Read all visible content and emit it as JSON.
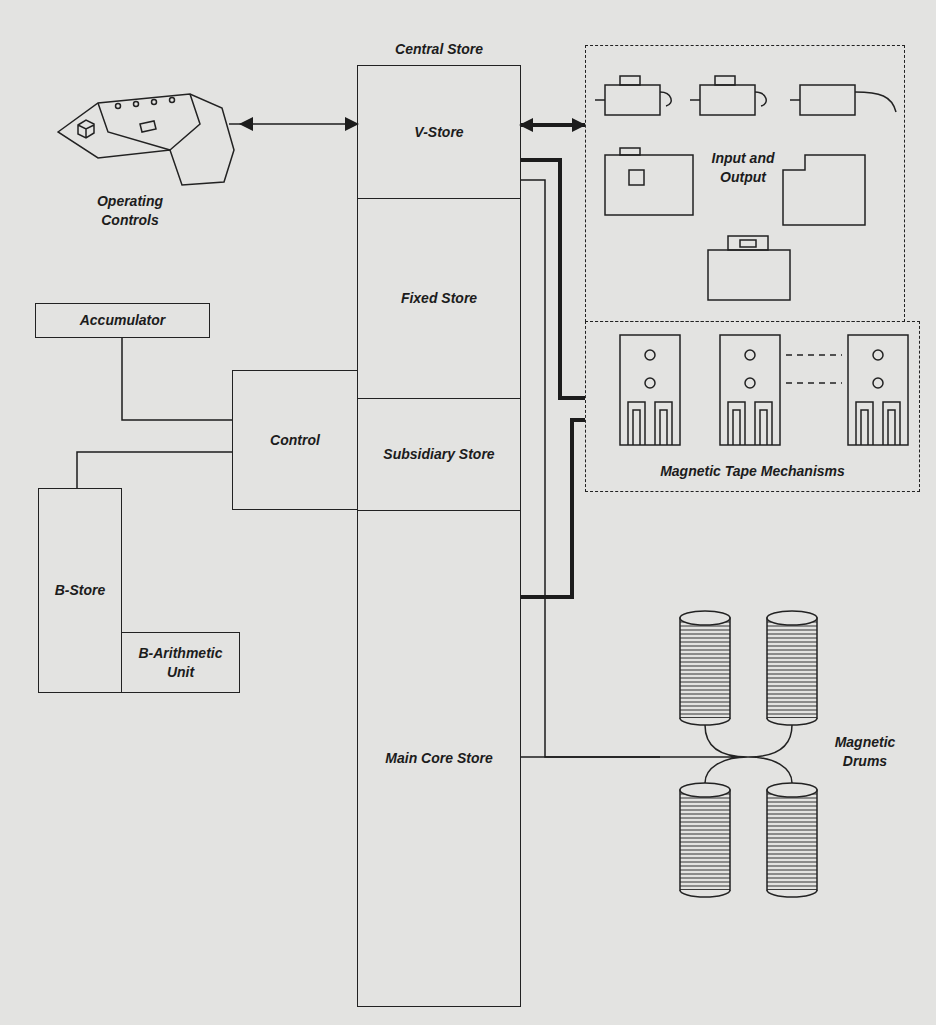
{
  "diagram": {
    "nodes": [
      {
        "text": [
          "Central Store"
        ]
      },
      {
        "text": [
          "V-Store"
        ],
        "in": 0
      },
      {
        "text": [
          "Fixed Store"
        ],
        "in": 0
      },
      {
        "text": [
          "Subsidiary Store"
        ],
        "in": 0
      },
      {
        "text": [
          "Main Core Store"
        ],
        "in": 0
      },
      {
        "text": [
          "Operating Controls"
        ]
      },
      {
        "text": [
          "Accumulator"
        ]
      },
      {
        "text": [
          "Control"
        ]
      },
      {
        "text": [
          "B-Store"
        ]
      },
      {
        "text": [
          "B-Arithmetic Unit"
        ]
      },
      {
        "text": [
          "Input and Output"
        ]
      },
      {
        "text": [
          "Magnetic Tape Mechanisms"
        ]
      },
      {
        "text": [
          "Magnetic Drums"
        ]
      }
    ],
    "edges": [
      {
        "from": 5,
        "to": 1,
        "arrow": "both"
      },
      {
        "from": 1,
        "to": 10,
        "arrow": "both"
      },
      {
        "from": 6,
        "to": 7,
        "arrow": "none"
      },
      {
        "from": 8,
        "to": 7,
        "arrow": "none"
      },
      {
        "from": 1,
        "to": 11,
        "arrow": "none"
      },
      {
        "from": 11,
        "to": 4,
        "arrow": "none"
      },
      {
        "from": 4,
        "to": 12,
        "arrow": "none"
      },
      {
        "from": 1,
        "to": 12,
        "arrow": "none"
      }
    ]
  }
}
